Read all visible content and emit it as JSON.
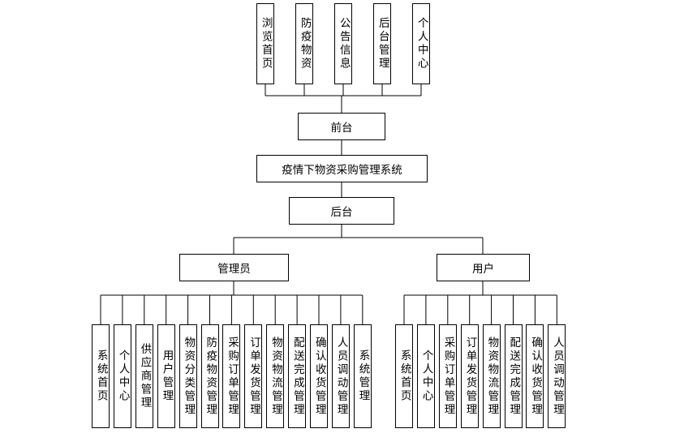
{
  "diagram": {
    "root": "疫情下物资采购管理系统",
    "frontend": {
      "label": "前台",
      "modules": [
        "浏览首页",
        "防疫物资",
        "公告信息",
        "后台管理",
        "个人中心"
      ]
    },
    "backend": {
      "label": "后台",
      "admin": {
        "label": "管理员",
        "modules": [
          "系统首页",
          "个人中心",
          "供应商管理",
          "用户管理",
          "物资分类管理",
          "防疫物资管理",
          "采购订单管理",
          "订单发货管理",
          "物资物流管理",
          "配送完成管理",
          "确认收货管理",
          "人员调动管理",
          "系统管理"
        ]
      },
      "user": {
        "label": "用户",
        "modules": [
          "系统首页",
          "个人中心",
          "采购订单管理",
          "订单发货管理",
          "物资物流管理",
          "配送完成管理",
          "确认收货管理",
          "人员调动管理"
        ]
      }
    }
  }
}
